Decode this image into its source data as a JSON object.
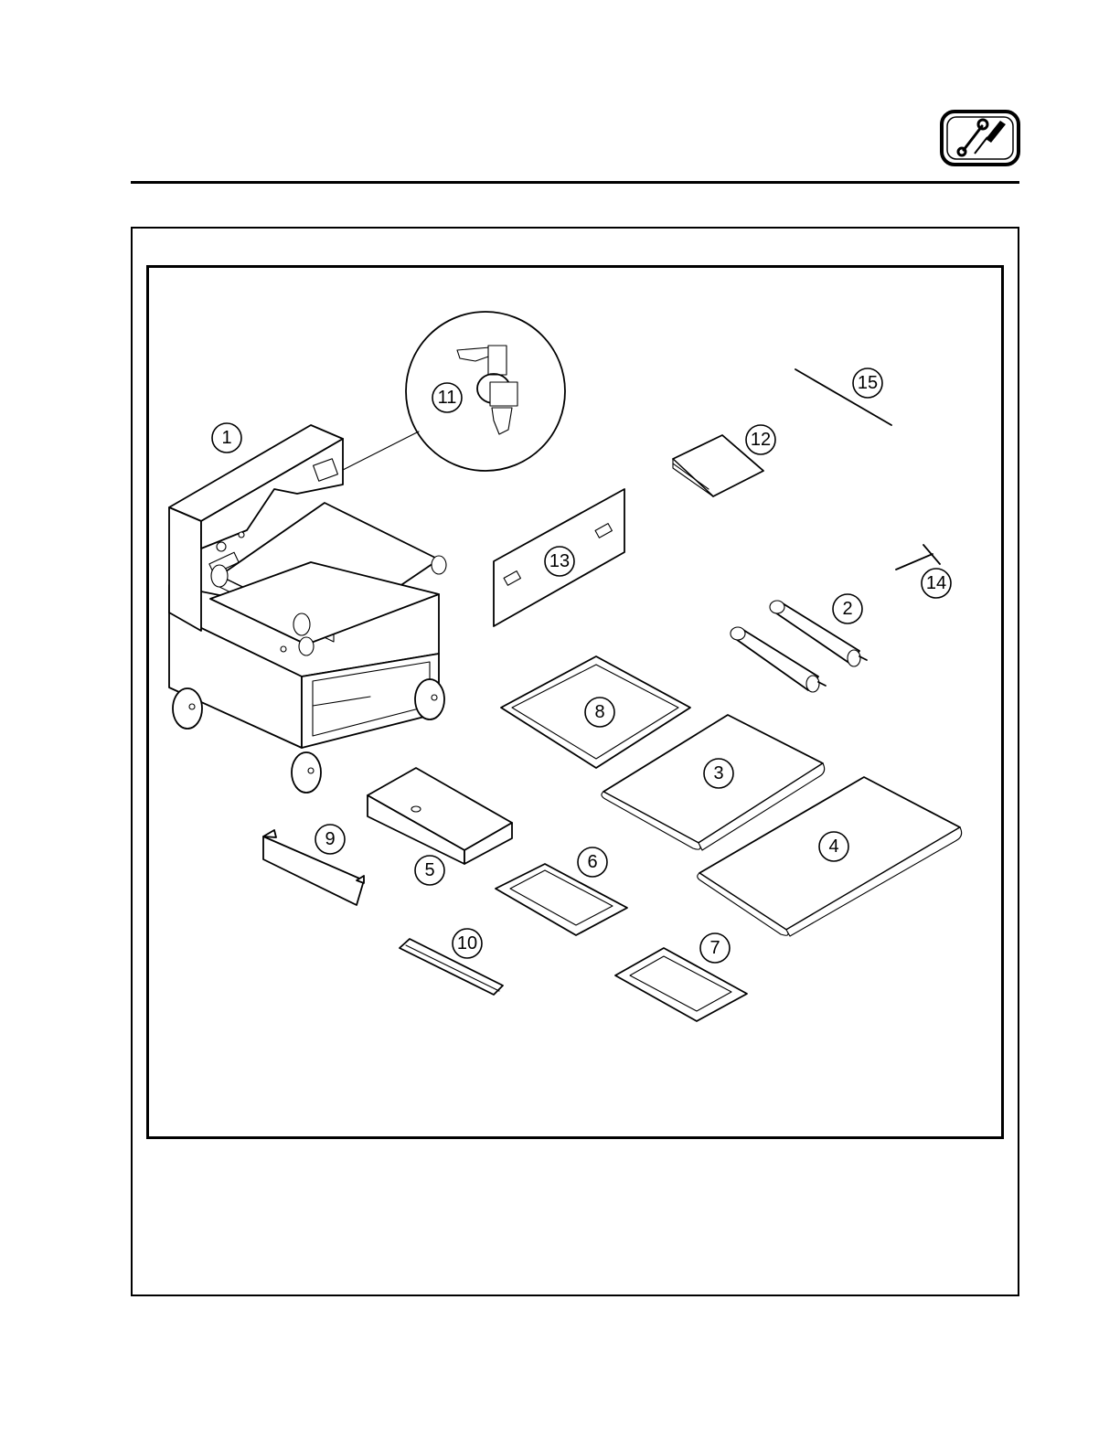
{
  "header": {
    "icon": "wrench-screwdriver-icon"
  },
  "diagram": {
    "callouts": [
      "1",
      "2",
      "3",
      "4",
      "5",
      "6",
      "7",
      "8",
      "9",
      "10",
      "11",
      "12",
      "13",
      "14",
      "15"
    ]
  }
}
